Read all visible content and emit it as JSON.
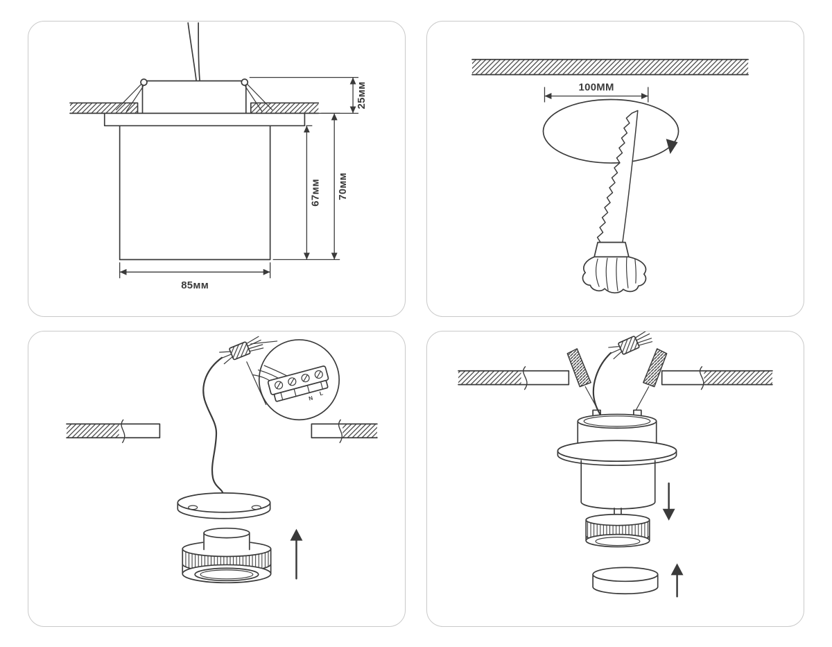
{
  "colors": {
    "background": "#ffffff",
    "line": "#3a3a3a",
    "panel_border": "#c9c9c9"
  },
  "panels": {
    "dimensions": {
      "label_25": "25мм",
      "label_67": "67мм",
      "label_70": "70мм",
      "label_85": "85мм"
    },
    "cutout": {
      "label_100": "100ММ"
    },
    "wiring": {
      "label_l": "L",
      "label_n": "N"
    }
  }
}
